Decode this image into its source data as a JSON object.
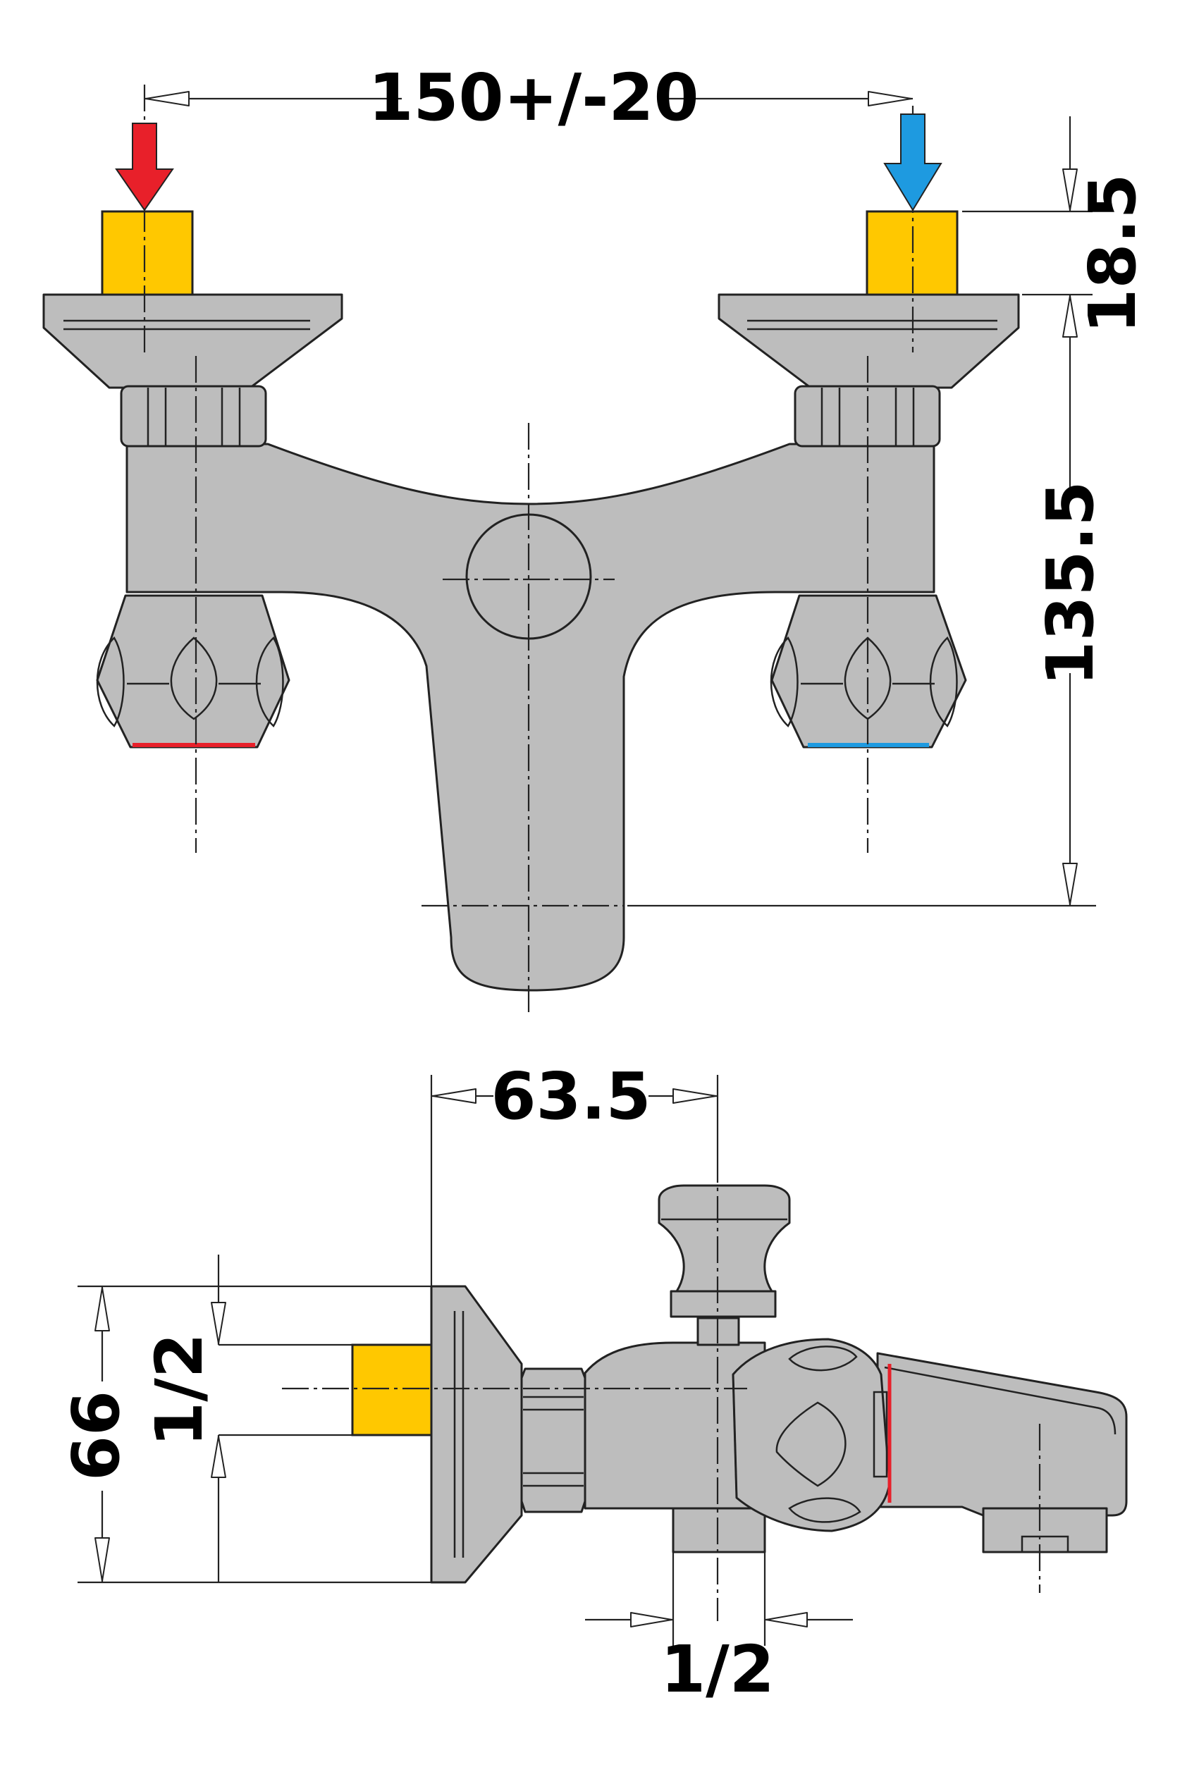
{
  "dimensions": {
    "inlet_spacing": "150+/-20",
    "inlet_height": "18.5",
    "height_to_spout": "135.5",
    "wall_projection": "63.5",
    "body_height": "66",
    "inlet_thread": "1/2",
    "outlet_thread": "1/2"
  },
  "colors": {
    "hot_water": "#e8202a",
    "cold_water": "#1e9ae0",
    "brass_connector": "#ffc800",
    "chrome_body": "#bdbdbd"
  }
}
